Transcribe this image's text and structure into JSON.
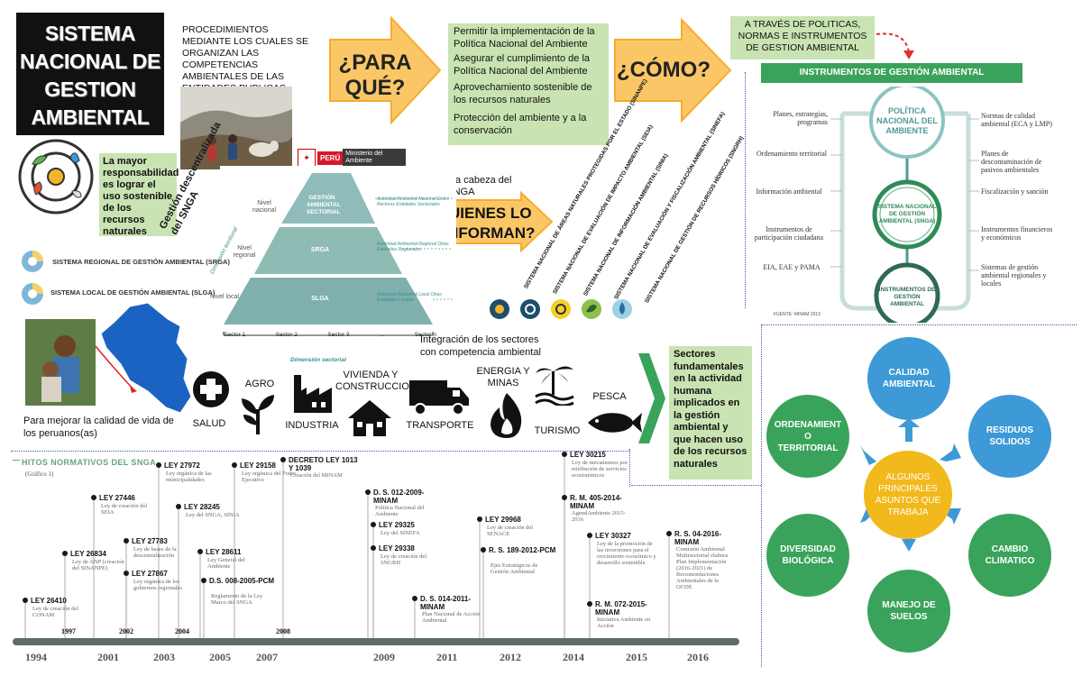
{
  "title": "SISTEMA NACIONAL DE GESTION AMBIENTAL",
  "procedimientos": "PROCEDIMIENTOS MEDIANTE LOS CUALES SE ORGANIZAN LAS COMPETENCIAS AMBIENTALES DE LAS ENTIDADES PUBLICAS",
  "para_que": "¿PARA QUÉ?",
  "objetivos": [
    "Permitir la implementación de la Política Nacional del Ambiente",
    "Asegurar el cumplimiento de la Política Nacional del Ambiente",
    "Aprovechamiento sostenible de los recursos naturales",
    "Protección del ambiente y a la conservación"
  ],
  "como": "¿CÓMO?",
  "a_traves": "A TRAVÉS DE POLITICAS, NORMAS E INSTRUMENTOS DE GESTION AMBIENTAL",
  "instrumentos": {
    "header": "INSTRUMENTOS DE GESTIÓN AMBIENTAL",
    "left": [
      "Planes, estrategias, programas",
      "Ordenamiento territorial",
      "Información ambiental",
      "Instrumentos de participación ciudadana",
      "EIA, EAE y PAMA"
    ],
    "right": [
      "Normas de calidad ambiental (ECA y LMP)",
      "Planes de descontaminación de pasivos ambientales",
      "Fiscalización y sanción",
      "Instrumentos financieros y económicos",
      "Sistemas de gestión ambiental regionales y locales"
    ],
    "circle_top": "POLÍTICA NACIONAL DEL AMBIENTE",
    "circle_mid": "SISTEMA NACIONAL DE GESTIÓN AMBIENTAL (SNGA)",
    "circle_bot": "INSTRUMENTOS DE GESTIÓN AMBIENTAL",
    "fuente": "FUENTE: MINAM 2013"
  },
  "mayor": "La mayor responsabilidad es lograr el uso sostenible de los recursos naturales",
  "ministerio": {
    "peru": "PERÚ",
    "name": "Ministerio del Ambiente"
  },
  "ente_rector": "Ente rector a la cabeza del del SNGA",
  "quienes": "¿QUIENES LO CONFORMAN?",
  "pyramid": {
    "gestion_desc": "Gestión descentralizada del SNGA",
    "dimension_territorial": "Dimensión territorial",
    "dimension_sectorial": "Dimensión sectorial",
    "levels": [
      {
        "left": "Nivel nacional",
        "label": "GESTIÓN AMBIENTAL SECTORIAL",
        "right": "Autoridad Ambiental Nacional Entes Rectores Entidades Sectoriales"
      },
      {
        "left": "Nivel regional",
        "label": "SRGA",
        "right": "Autoridad Ambiental Regional Otras Entidades Regionales"
      },
      {
        "left": "Nivel local",
        "label": "SLGA",
        "right": "Autoridad Ambiental Local Otras Entidades Locales"
      }
    ],
    "sectors": [
      "Sector 1",
      "Sector 2",
      "Sector 3",
      "...",
      "Sector n"
    ]
  },
  "sistemas": [
    "SISTEMA NACIONAL DE ÁREAS NATURALES PROTEGIDAS POR EL ESTADO (SINANPE)",
    "SISTEMA NACIONAL DE EVALUACIÓN DE IMPACTO AMBIENTAL (SEIA)",
    "SISTEMA NACIONAL DE INFORMACIÓN AMBIENTAL (SINIA)",
    "SISTEMA NACIONAL DE EVALUACIÓN Y FISCALIZACIÓN AMBIENTAL (SINEFA)",
    "SISTEMA NACIONAL DE GESTIÓN DE RECURSOS HÍDRICOS (SNGRH)"
  ],
  "srga": "SISTEMA REGIONAL DE GESTIÓN AMBIENTAL (SRGA)",
  "slga": "SISTEMA LOCAL DE GESTIÓN AMBIENTAL (SLGA)",
  "integracion": "Integración de los sectores con competencia ambiental",
  "mejorar": "Para mejorar la calidad de vida de los peruanos(as)",
  "sectores_labels": {
    "salud": "SALUD",
    "agro": "AGRO",
    "industria": "INDUSTRIA",
    "vivienda": "VIVIENDA Y CONSTRUCCION",
    "transporte": "TRANSPORTE",
    "energia": "ENERGIA Y MINAS",
    "turismo": "TURISMO",
    "pesca": "PESCA"
  },
  "sectores_text": "Sectores fundamentales en la actividad humana implicados en la gestión ambiental y que hacen uso de los recursos naturales",
  "hitos": {
    "title": "HITOS NORMATIVOS DEL SNGA",
    "grafico": "(Gráfico 1)",
    "years_big": [
      "1994",
      "2001",
      "2003",
      "2005",
      "2007",
      "2009",
      "2011",
      "2012",
      "2014",
      "2015",
      "2016"
    ],
    "years_small": [
      "1997",
      "2002",
      "2004",
      "2008"
    ],
    "items": [
      {
        "label": "LEY 26410",
        "sub": "Ley de creación del CONAM"
      },
      {
        "label": "LEY 26834",
        "sub": "Ley de ANP (creación del SINANPE)"
      },
      {
        "label": "LEY 27446",
        "sub": "Ley de creación del SEIA"
      },
      {
        "label": "LEY 27783",
        "sub": "Ley de bases de la descentralización"
      },
      {
        "label": "LEY 27867",
        "sub": "Ley orgánica de los gobiernos regionales"
      },
      {
        "label": "LEY 27972",
        "sub": "Ley orgánica de las municipalidades"
      },
      {
        "label": "LEY 28245",
        "sub": "Ley del SNGA, SINIA"
      },
      {
        "label": "LEY 28611",
        "sub": "Ley General del Ambiente"
      },
      {
        "label": "D.S. 008-2005-PCM",
        "sub": "Reglamento de la Ley Marco del SNGA"
      },
      {
        "label": "LEY 29158",
        "sub": "Ley orgánica del Poder Ejecutivo"
      },
      {
        "label": "DECRETO LEY 1013 Y 1039",
        "sub": "Creación del MINAM"
      },
      {
        "label": "D. S. 012-2009-MINAM",
        "sub": "Política Nacional del Ambiente"
      },
      {
        "label": "LEY 29325",
        "sub": "Ley del SINEFA"
      },
      {
        "label": "LEY 29338",
        "sub": "Ley de creación del SNGRH"
      },
      {
        "label": "D. S. 014-2011- MINAM",
        "sub": "Plan Nacional de Acción Ambiental"
      },
      {
        "label": "LEY 29968",
        "sub": "Ley de creación del SENACE"
      },
      {
        "label": "R. S. 189-2012-PCM",
        "sub": "Ejes Estratégicos de Gestión Ambiental"
      },
      {
        "label": "LEY 30215",
        "sub": "Ley de mecanismos por retribución de servicios ecosistémicos"
      },
      {
        "label": "R. M. 405-2014-MINAM",
        "sub": "AgendAmbiente 2015-2016"
      },
      {
        "label": "LEY 30327",
        "sub": "Ley de la promoción de las inversiones para el crecimiento económico y desarrollo sostenible"
      },
      {
        "label": "R. M. 072-2015-MINAM",
        "sub": "Iniciativa Ambiente en Acción"
      },
      {
        "label": "R. S. 04-2016-MINAM",
        "sub": "Comisión Ambiental Multisectorial elabora Plan Implementación (2016-2021) de Recomendaciones Ambientales de la OCDE"
      }
    ]
  },
  "asuntos": {
    "center": "ALGUNOS PRINCIPALES ASUNTOS QUE TRABAJA",
    "items": [
      "CALIDAD AMBIENTAL",
      "RESIDUOS SOLIDOS",
      "CAMBIO CLIMATICO",
      "MANEJO DE SUELOS",
      "DIVERSIDAD BIOLÓGICA",
      "ORDENAMIENT O TERRITORIAL"
    ]
  },
  "colors": {
    "green_box": "#c9e3b2",
    "yellow_arrow": "#fbc766",
    "dark_green": "#3aa35b",
    "blue_circle": "#3d9ad6",
    "teal": "#4e9a98"
  }
}
